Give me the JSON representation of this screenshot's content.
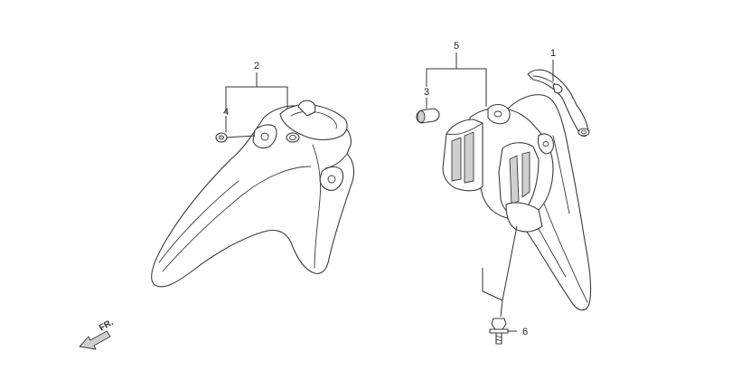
{
  "callouts": {
    "c1": "1",
    "c2": "2",
    "c3": "3",
    "c4": "4",
    "c5": "5",
    "c6": "6"
  },
  "direction_label": "FR.",
  "colors": {
    "line": "#3a3a3a",
    "background": "#ffffff"
  }
}
